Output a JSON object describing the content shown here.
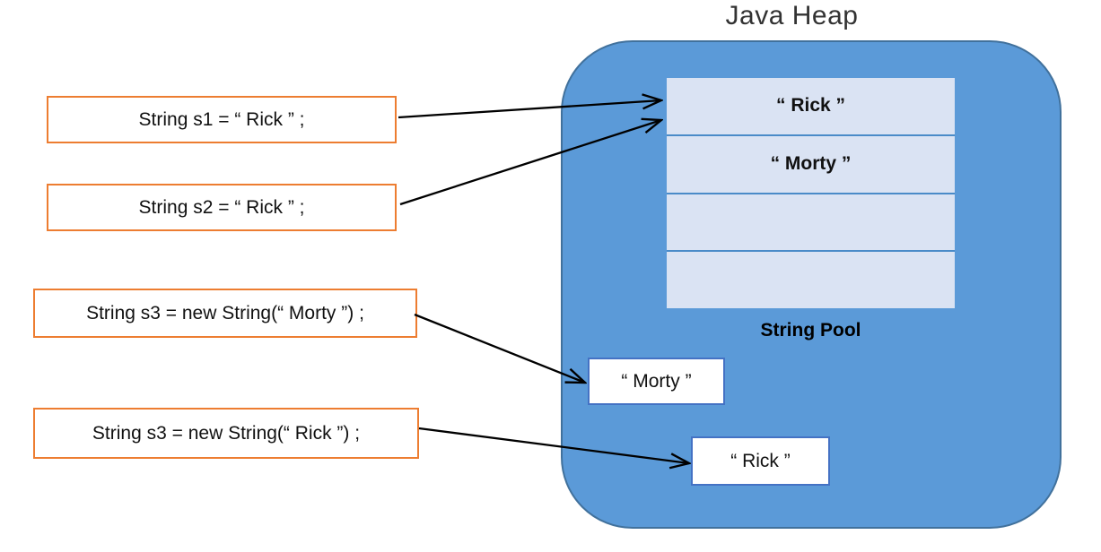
{
  "title": "Java Heap",
  "heap": {
    "string_pool": {
      "caption": "String Pool",
      "rows": [
        {
          "label": "“ Rick ”"
        },
        {
          "label": "“ Morty ”"
        },
        {
          "label": ""
        },
        {
          "label": ""
        }
      ]
    },
    "heap_objects": [
      {
        "label": "“ Morty ”"
      },
      {
        "label": "“ Rick ”"
      }
    ]
  },
  "code_statements": [
    {
      "label": "String s1 = “ Rick ” ;"
    },
    {
      "label": "String s2 = “ Rick ” ;"
    },
    {
      "label": "String s3 = new String(“ Morty ”) ;"
    },
    {
      "label": "String s3 = new String(“ Rick ”) ;"
    }
  ],
  "arrows": [
    {
      "from": "code-statement-s1",
      "to": "pool-row-rick"
    },
    {
      "from": "code-statement-s2",
      "to": "pool-row-rick"
    },
    {
      "from": "code-statement-s3-morty",
      "to": "heap-object-morty"
    },
    {
      "from": "code-statement-s3-rick",
      "to": "heap-object-rick"
    }
  ],
  "colors": {
    "heap_fill": "#5b9ad8",
    "heap_border": "#41719c",
    "pool_cell_fill": "#dae3f3",
    "pool_divider": "#4a8bc8",
    "object_box_border": "#4472c4",
    "code_box_border": "#ed7d31",
    "arrow": "#000000",
    "text": "#1a1a1a"
  }
}
